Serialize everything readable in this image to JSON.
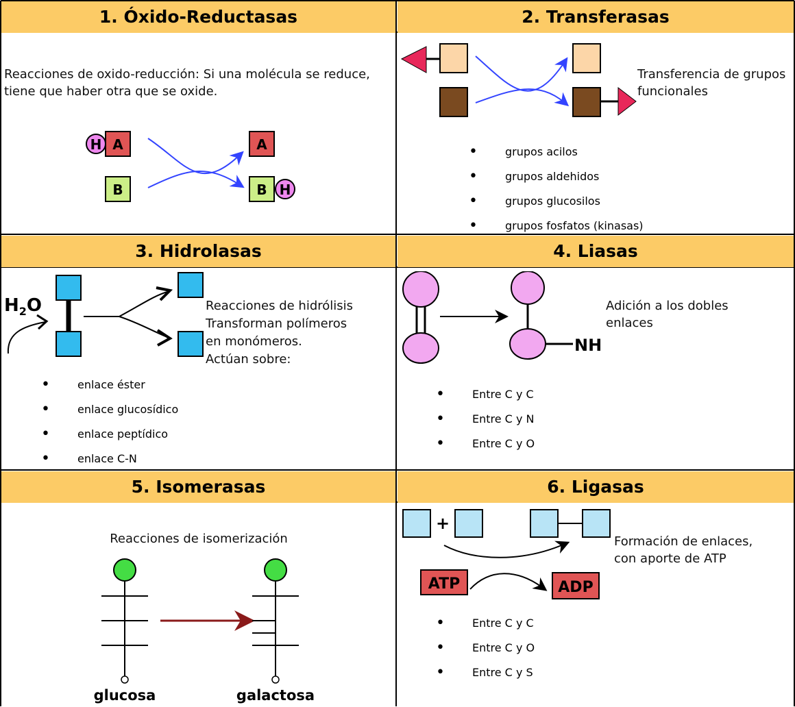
{
  "cells": [
    {
      "title": "1. Óxido-Reductasas",
      "description": "Reacciones de oxido-reducción: Si una molécula se reduce, tiene que haber otra que se oxide.",
      "labels": {
        "h": "H",
        "a": "A",
        "b": "B"
      }
    },
    {
      "title": "2. Transferasas",
      "description": "Transferencia de grupos funcionales",
      "items": [
        "grupos acilos",
        "grupos aldehidos",
        "grupos glucosilos",
        "grupos fosfatos (kinasas)"
      ]
    },
    {
      "title": "3. Hidrolasas",
      "description_lines": [
        "Reacciones de hidrólisis",
        "Transforman polímeros",
        "en monómeros.",
        "Actúan sobre:"
      ],
      "water_label": "H",
      "water_sub": "2",
      "water_o": "O",
      "items": [
        "enlace éster",
        "enlace glucosídico",
        "enlace peptídico",
        "enlace C-N"
      ]
    },
    {
      "title": "4. Liasas",
      "description_lines": [
        "Adición a los dobles",
        "enlaces"
      ],
      "group_label": "NH",
      "items": [
        "Entre C y C",
        "Entre C y N",
        "Entre C y O"
      ]
    },
    {
      "title": "5. Isomerasas",
      "description": "Reacciones de isomerización",
      "molecule_left": "glucosa",
      "molecule_right": "galactosa"
    },
    {
      "title": "6. Ligasas",
      "description_lines": [
        "Formación de enlaces,",
        "con aporte de ATP"
      ],
      "plus": "+",
      "atp": "ATP",
      "adp": "ADP",
      "items": [
        "Entre C y C",
        "Entre C y O",
        "Entre C y S"
      ]
    }
  ],
  "colors": {
    "header": "#fccb66",
    "red": "#e05555",
    "green": "#ccee88",
    "pink": "#ee88ee",
    "peach": "#fcd6a8",
    "brown": "#7a4a20",
    "magenta": "#e8285a",
    "blue": "#33bbee",
    "lightblue": "#b8e4f6",
    "lilac": "#f2a8f0",
    "sphere": "#44dd44",
    "arrow": "#3344ff",
    "darkred": "#8a1a1a"
  }
}
